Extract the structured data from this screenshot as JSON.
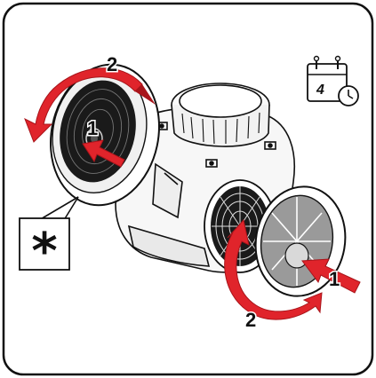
{
  "steps": {
    "left_rotate": "2",
    "left_press": "1",
    "right_press": "1",
    "right_rotate": "2"
  },
  "calendar": {
    "day": "4"
  },
  "callout": {
    "symbol": "*"
  },
  "colors": {
    "arrow_red": "#e0242b",
    "arrow_dark_red": "#a8141a",
    "outline": "#111111",
    "filter_grey": "#9a9a9a",
    "mesh_black": "#1a1a1a"
  }
}
